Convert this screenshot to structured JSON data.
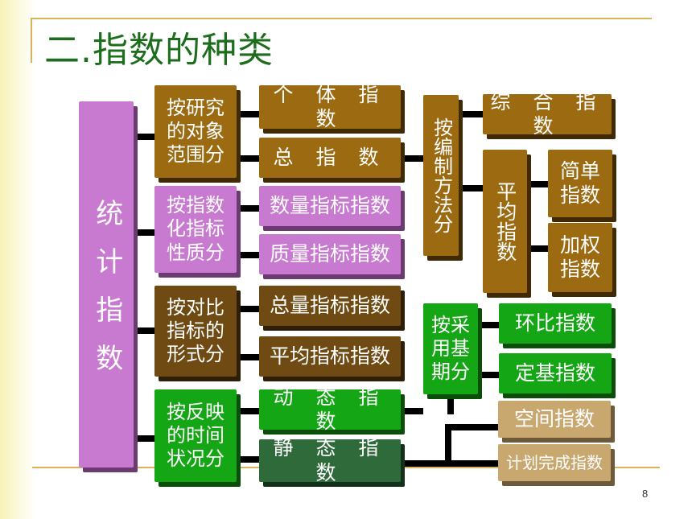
{
  "title": "二.指数的种类",
  "page_number": "8",
  "root": "统计指数",
  "groups": {
    "scope": {
      "label": "按研究的对象范围分",
      "items": [
        "个 体 指 数",
        "总  指  数"
      ]
    },
    "nature": {
      "label": "按指数化指标性质分",
      "items": [
        "数量指标指数",
        "质量指标指数"
      ]
    },
    "form": {
      "label": "按对比指标的形式分",
      "items": [
        "总量指标指数",
        "平均指标指数"
      ]
    },
    "time": {
      "label": "按反映的时间状况分",
      "items": [
        "动 态 指 数",
        "静 态 指 数"
      ]
    }
  },
  "method": {
    "label": "按编制方法分",
    "composite": "综 合 指 数",
    "average": "平均指数",
    "simple": "简单指数",
    "weighted": "加权指数"
  },
  "base": {
    "label": "按采用基期分",
    "chain": "环比指数",
    "fixed": "定基指数"
  },
  "static_types": [
    "空间指数",
    "计划完成指数"
  ]
}
